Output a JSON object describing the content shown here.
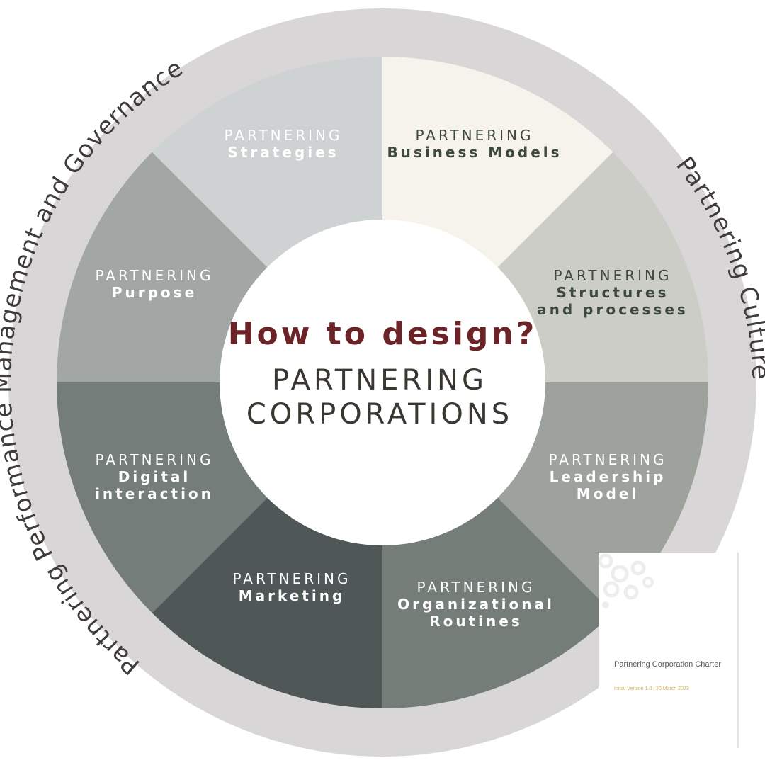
{
  "center": {
    "question": "How to design?",
    "title_line1": "PARTNERING",
    "title_line2": "CORPORATIONS"
  },
  "ring": {
    "left_label": "Partnering Performance Management and Governance",
    "right_label": "Partnering Culture"
  },
  "segments": [
    {
      "prefix": "PARTNERING",
      "lines": [
        "Business Models"
      ],
      "fill": "#f6f3ec",
      "text_color": "#3d4a3b"
    },
    {
      "prefix": "PARTNERING",
      "lines": [
        "Structures",
        "and processes"
      ],
      "fill": "#cbcdc6",
      "text_color": "#3d4a3b"
    },
    {
      "prefix": "PARTNERING",
      "lines": [
        "Leadership",
        "Model"
      ],
      "fill": "#9da29d",
      "text_color": "#ffffff"
    },
    {
      "prefix": "PARTNERING",
      "lines": [
        "Organizational",
        "Routines"
      ],
      "fill": "#757d79",
      "text_color": "#ffffff"
    },
    {
      "prefix": "PARTNERING",
      "lines": [
        "Marketing"
      ],
      "fill": "#4f5857",
      "text_color": "#ffffff"
    },
    {
      "prefix": "PARTNERING",
      "lines": [
        "Digital",
        "interaction"
      ],
      "fill": "#747d79",
      "text_color": "#ffffff"
    },
    {
      "prefix": "PARTNERING",
      "lines": [
        "Purpose"
      ],
      "fill": "#a2a7a6",
      "text_color": "#ffffff"
    },
    {
      "prefix": "PARTNERING",
      "lines": [
        "Strategies"
      ],
      "fill": "#ced2d3",
      "text_color": "#ffffff"
    }
  ],
  "document": {
    "title": "Partnering Corporation Charter",
    "version": "Initial Version 1.0 | 20 March 2023"
  },
  "colors": {
    "outer_ring": "#d8d6d7",
    "center_question": "#6b2327",
    "center_title": "#3a3731",
    "ring_text": "#3f3c3a"
  }
}
